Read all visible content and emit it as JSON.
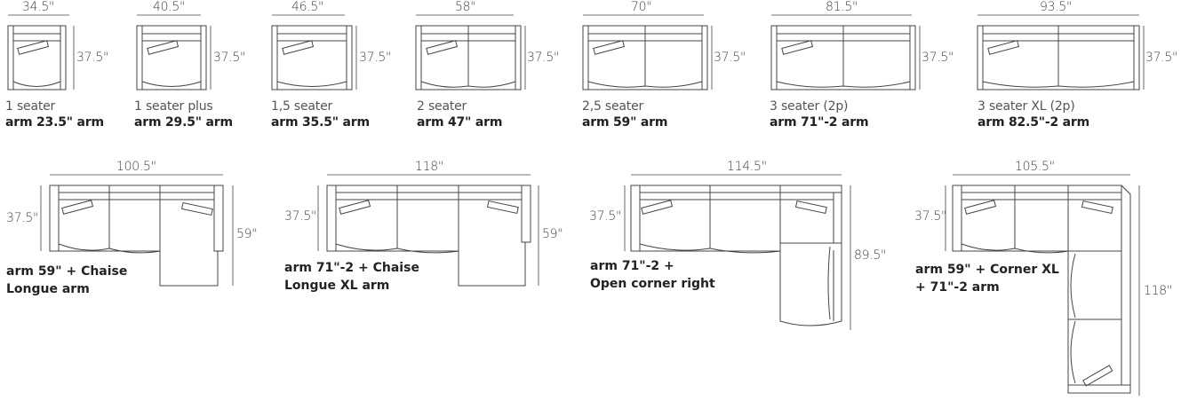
{
  "models": {
    "s1": {
      "width": "34.5\"",
      "depth": "37.5\"",
      "name": "1 seater",
      "code": "arm 23.5\" arm"
    },
    "s2": {
      "width": "40.5\"",
      "depth": "37.5\"",
      "name": "1 seater plus",
      "code": "arm 29.5\" arm"
    },
    "s3": {
      "width": "46.5\"",
      "depth": "37.5\"",
      "name": "1,5 seater",
      "code": "arm 35.5\" arm"
    },
    "s4": {
      "width": "58\"",
      "depth": "37.5\"",
      "name": "2 seater",
      "code": "arm 47\" arm"
    },
    "s5": {
      "width": "70\"",
      "depth": "37.5\"",
      "name": "2,5 seater",
      "code": "arm 59\" arm"
    },
    "s6": {
      "width": "81.5\"",
      "depth": "37.5\"",
      "name": "3 seater (2p)",
      "code": "arm 71\"-2 arm"
    },
    "s7": {
      "width": "93.5\"",
      "depth": "37.5\"",
      "name": "3 seater XL (2p)",
      "code": "arm 82.5\"-2 arm"
    },
    "c1": {
      "width": "100.5\"",
      "depth": "37.5\"",
      "length": "59\"",
      "code_l1": "arm 59\"  + Chaise",
      "code_l2": "Longue arm"
    },
    "c2": {
      "width": "118\"",
      "depth": "37.5\"",
      "length": "59\"",
      "code_l1": "arm 71\"-2 + Chaise",
      "code_l2": "Longue XL arm"
    },
    "c3": {
      "width": "114.5\"",
      "depth": "37.5\"",
      "length": "89.5\"",
      "code_l1": "arm  71\"-2 +",
      "code_l2": "Open corner right"
    },
    "c4": {
      "width": "105.5\"",
      "depth": "37.5\"",
      "length": "118\"",
      "code_l1": "arm 59\" + Corner XL",
      "code_l2": "+ 71\"-2 arm"
    }
  }
}
